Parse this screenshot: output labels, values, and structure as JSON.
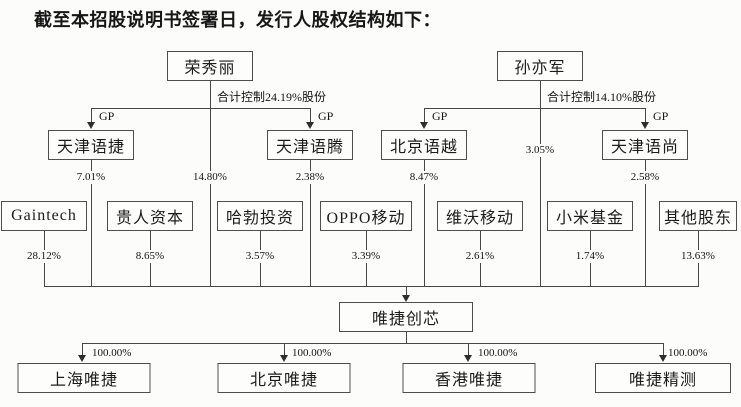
{
  "title": "截至本招股说明书签署日，发行人股权结构如下：",
  "gp": "GP",
  "controllers": {
    "rong": {
      "name": "荣秀丽",
      "note": "合计控制24.19%股份",
      "direct_pct": "14.80%"
    },
    "sun": {
      "name": "孙亦军",
      "note": "合计控制14.10%股份",
      "direct_pct": "3.05%"
    }
  },
  "partnerships": {
    "yujie": {
      "name": "天津语捷",
      "pct": "7.01%"
    },
    "yuteng": {
      "name": "天津语腾",
      "pct": "2.38%"
    },
    "yuyue": {
      "name": "北京语越",
      "pct": "8.47%"
    },
    "yushang": {
      "name": "天津语尚",
      "pct": "2.58%"
    }
  },
  "shareholders": {
    "gaintech": {
      "name": "Gaintech",
      "pct": "28.12%"
    },
    "guiren": {
      "name": "贵人资本",
      "pct": "8.65%"
    },
    "habo": {
      "name": "哈勃投资",
      "pct": "3.57%"
    },
    "oppo": {
      "name": "OPPO移动",
      "pct": "3.39%"
    },
    "vivo": {
      "name": "维沃移动",
      "pct": "2.61%"
    },
    "xiaomi": {
      "name": "小米基金",
      "pct": "1.74%"
    },
    "others": {
      "name": "其他股东",
      "pct": "13.63%"
    }
  },
  "issuer": {
    "name": "唯捷创芯"
  },
  "subsidiaries": {
    "shanghai": {
      "name": "上海唯捷",
      "pct": "100.00%"
    },
    "beijing": {
      "name": "北京唯捷",
      "pct": "100.00%"
    },
    "hongkong": {
      "name": "香港唯捷",
      "pct": "100.00%"
    },
    "jingce": {
      "name": "唯捷精测",
      "pct": "100.00%"
    }
  },
  "colors": {
    "line": "#474747",
    "box_border": "#4e4e4e",
    "text": "#1c1c1c",
    "background": "#fcfcfb"
  }
}
